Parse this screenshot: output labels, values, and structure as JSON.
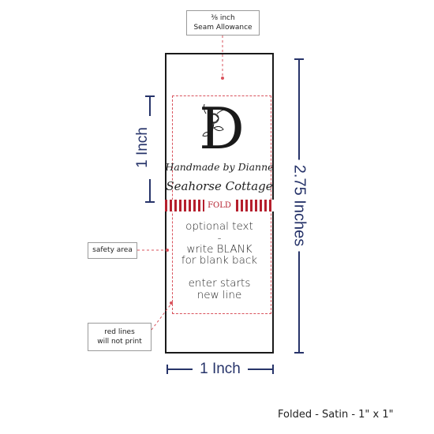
{
  "callouts": {
    "seam_allowance": {
      "fraction": "⅜ inch",
      "text": "Seam Allowance"
    },
    "safety_area": "safety area",
    "red_lines": {
      "line1": "red lines",
      "line2": "will not print"
    }
  },
  "label": {
    "monogram": "D",
    "handmade_by": "Handmade by Dianne",
    "business_name": "Seahorse Cottage",
    "fold": "FOLD",
    "optional_text": {
      "line1": "optional text",
      "line2": "-",
      "line3": "write BLANK",
      "line4": "for blank back"
    },
    "enter_note": {
      "line1": "enter starts",
      "line2": "new line"
    }
  },
  "dimensions": {
    "height_top": "1 Inch",
    "total_height": "2.75 Inches",
    "width": "1 Inch"
  },
  "caption": "Folded - Satin - 1\" x 1\"",
  "colors": {
    "dimension_navy": "#27346a",
    "fold_red": "#b51f2d",
    "guide_red": "#d9535d"
  }
}
